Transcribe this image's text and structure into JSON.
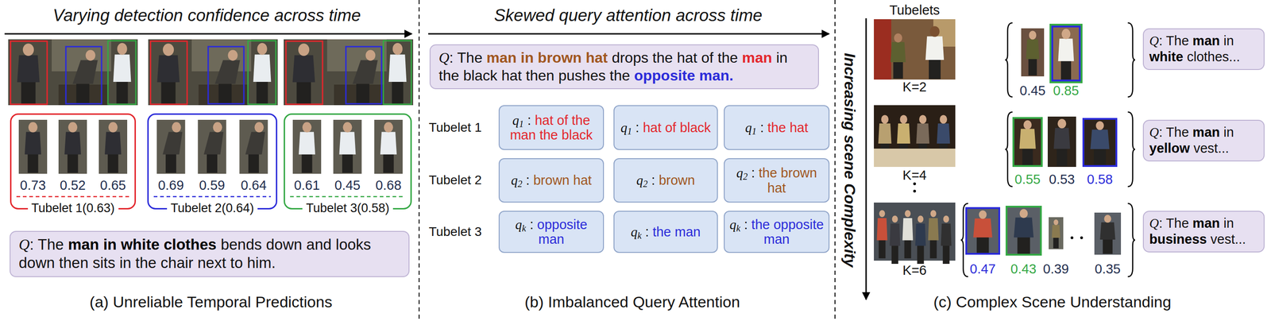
{
  "diagram": {
    "nodes": [
      {
        "text": [
          "0.73",
          "0.52",
          "0.65",
          "Tubelet 1(0.63)"
        ]
      },
      {
        "text": [
          "0.69",
          "0.59",
          "0.64",
          "Tubelet 2(0.64)"
        ]
      },
      {
        "text": [
          "0.61",
          "0.45",
          "0.68",
          "Tubelet 3(0.58)"
        ]
      },
      {
        "text": [
          "Q: The man in white clothes bends down and looks down then sits in the chair next to him."
        ]
      },
      {
        "text": [
          "Q: The man in brown hat drops the hat of the man in the black hat then pushes the opposite man."
        ]
      },
      {
        "text": [
          "q1 : hat of the man the black"
        ]
      },
      {
        "text": [
          "q1 : hat of black"
        ]
      },
      {
        "text": [
          "q1 : the hat"
        ]
      },
      {
        "text": [
          "q2 : brown hat"
        ]
      },
      {
        "text": [
          "q2 : brown"
        ]
      },
      {
        "text": [
          "q2 : the brown hat"
        ]
      },
      {
        "text": [
          "qk : opposite man"
        ]
      },
      {
        "text": [
          "qk : the man"
        ]
      },
      {
        "text": [
          "qk : the opposite man"
        ]
      },
      {
        "text": [
          "Q: The man in white clothes..."
        ]
      },
      {
        "text": [
          "Q: The man in yellow vest..."
        ]
      },
      {
        "text": [
          "Q: The man in business vest..."
        ]
      }
    ],
    "labels": [
      "Varying detection confidence across time",
      "(a) Unreliable Temporal Predictions",
      "Skewed query attention across time",
      "Tubelet 1",
      "Tubelet 2",
      "Tubelet 3",
      "(b) Imbalanced Query Attention",
      "Increasing scene Complexity",
      "Tubelets",
      "K=2",
      "K=4",
      "K=6",
      "0.45",
      "0.85",
      "0.55",
      "0.53",
      "0.58",
      "0.47",
      "0.43",
      "0.39",
      "0.35",
      "(c) Complex Scene Understanding"
    ]
  }
}
